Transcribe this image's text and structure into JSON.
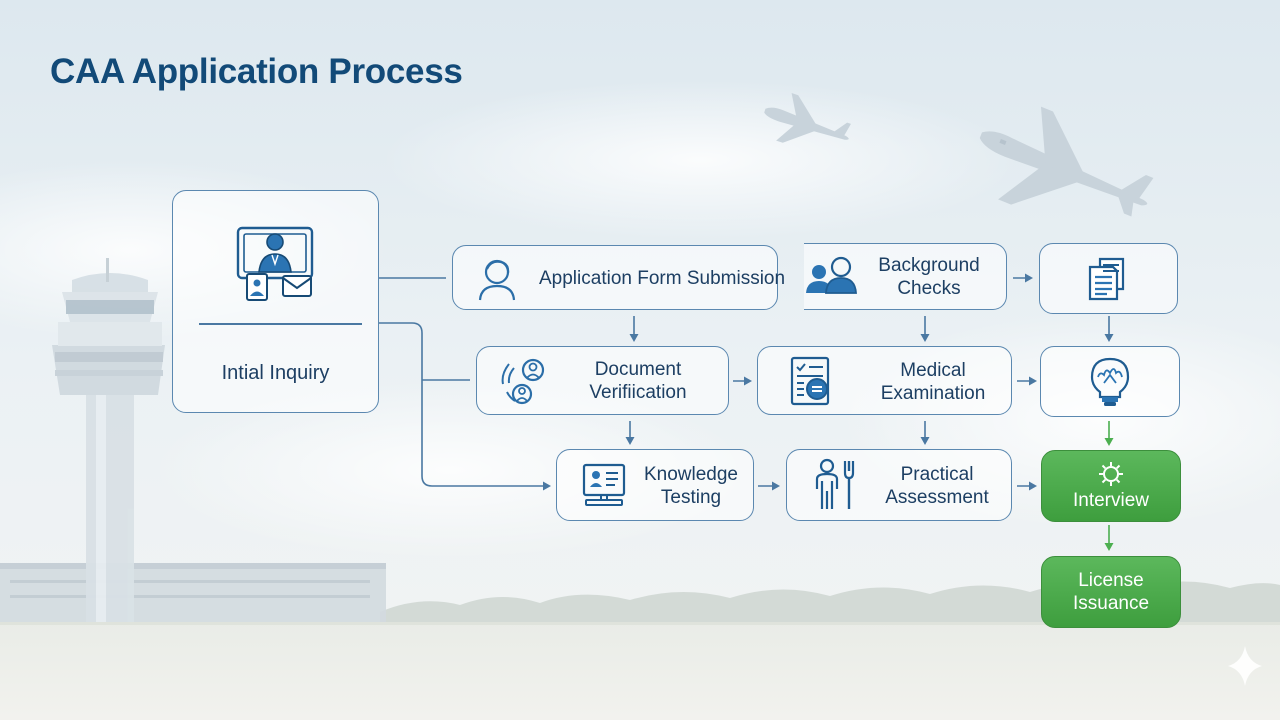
{
  "title": "CAA Application Process",
  "colors": {
    "title": "#124a78",
    "node_border": "#5b88b0",
    "node_text": "#1d3f63",
    "connector": "#4a78a2",
    "final_steps": "#4caf50"
  },
  "steps": {
    "initial_inquiry": {
      "label": "Intial Inquiry",
      "icon": "applicant-documents-icon"
    },
    "application_form": {
      "label": "Application Form Submission",
      "icon": "applicant-person-icon"
    },
    "background_checks": {
      "label": "Background\nChecks",
      "icon": "people-group-icon"
    },
    "docs_stack": {
      "label": "",
      "icon": "document-stack-icon"
    },
    "document_verification": {
      "label": "Document\nVerifiication",
      "icon": "verification-people-icon"
    },
    "medical_examination": {
      "label": "Medical\nExamination",
      "icon": "medical-checklist-icon"
    },
    "idea_step": {
      "label": "",
      "icon": "lightbulb-icon"
    },
    "knowledge_testing": {
      "label": "Knowledge\nTesting",
      "icon": "computer-test-icon"
    },
    "practical_assessment": {
      "label": "Practical\nAssessment",
      "icon": "person-fork-icon"
    },
    "interview": {
      "label": "Interview",
      "icon": "gear-icon"
    },
    "license_issuance": {
      "label": "License\nIssuance"
    }
  },
  "background": {
    "elements": [
      "control-tower",
      "airplane-large",
      "airplane-small",
      "terminal",
      "treeline",
      "runway"
    ]
  }
}
